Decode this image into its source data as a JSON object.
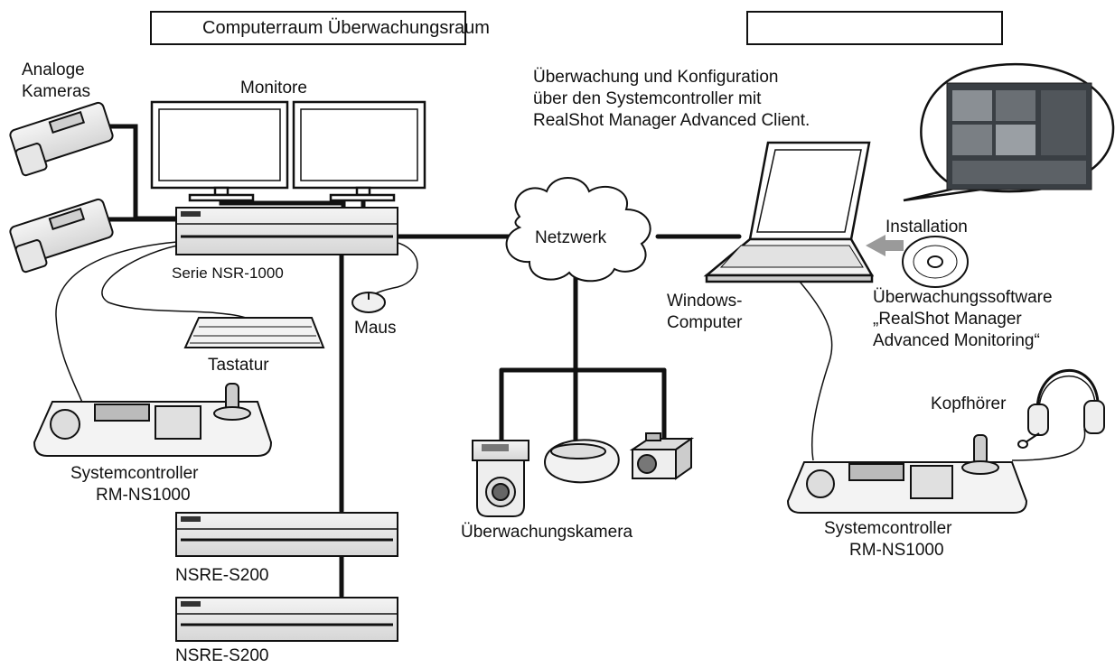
{
  "header": {
    "left_box_label": "Computerraum Überwachungsraum",
    "right_box_label": ""
  },
  "labels": {
    "analog_cameras_line1": "Analoge",
    "analog_cameras_line2": "Kameras",
    "monitors": "Monitore",
    "nsr_series": "Serie NSR-1000",
    "mouse": "Maus",
    "keyboard": "Tastatur",
    "controller_left_line1": "Systemcontroller",
    "controller_left_line2": "RM-NS1000",
    "nsre_1": "NSRE-S200",
    "nsre_2": "NSRE-S200",
    "network": "Netzwerk",
    "surveillance_camera": "Überwachungskamera",
    "monitoring_note_line1": "Überwachung und Konfiguration",
    "monitoring_note_line2": "über den Systemcontroller mit",
    "monitoring_note_line3": "RealShot Manager Advanced Client.",
    "installation": "Installation",
    "windows_line1": "Windows-",
    "windows_line2": "Computer",
    "software_line1": "Überwachungssoftware",
    "software_line2": "„RealShot Manager",
    "software_line3": "Advanced Monitoring“",
    "headphones": "Kopfhörer",
    "controller_right_line1": "Systemcontroller",
    "controller_right_line2": "RM-NS1000"
  },
  "icons": {
    "analog_camera": "analog-camera-icon",
    "monitor": "monitor-icon",
    "recorder": "recorder-icon",
    "mouse": "mouse-icon",
    "keyboard": "keyboard-icon",
    "controller": "controller-icon",
    "cloud": "network-cloud-icon",
    "ptz_camera": "ptz-camera-icon",
    "dome_camera": "dome-camera-icon",
    "box_camera": "box-camera-icon",
    "laptop": "laptop-icon",
    "cd": "cd-icon",
    "headphones": "headphones-icon",
    "speech_bubble": "speech-bubble-icon",
    "arrow": "install-arrow-icon"
  },
  "colors": {
    "line": "#111111",
    "arrow": "#9a9a9a",
    "screen": "#3a3f44"
  }
}
